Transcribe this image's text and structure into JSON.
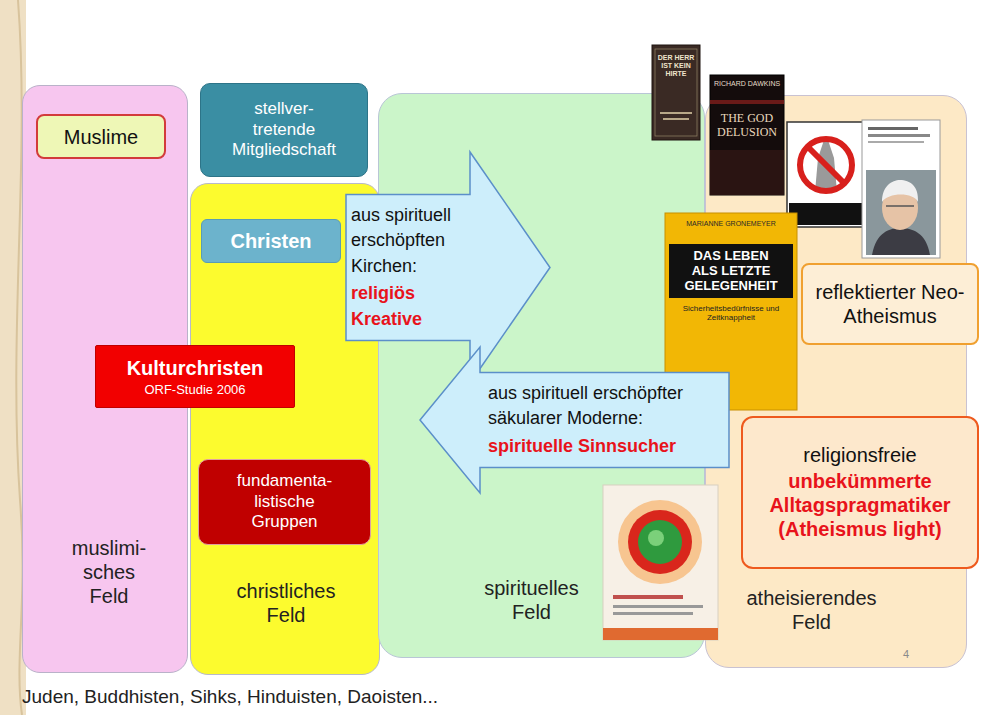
{
  "diagram": {
    "nodes": [
      {
        "text": [
          "muslimi- sches Feld"
        ]
      },
      {
        "text": [
          "Muslime"
        ],
        "in": 0
      },
      {
        "text": [
          "stellver- tretende Mitgliedschaft"
        ]
      },
      {
        "text": [
          "christliches Feld"
        ]
      },
      {
        "text": [
          "Christen"
        ],
        "in": 3
      },
      {
        "text": [
          "Kulturchristen",
          "ORF-Studie 2006"
        ]
      },
      {
        "text": [
          "fundamenta- listische Gruppen"
        ],
        "in": 3
      },
      {
        "text": [
          "spirituelles Feld"
        ]
      },
      {
        "text": [
          "aus spirituell erschöpften Kirchen:",
          "religiös Kreative"
        ]
      },
      {
        "text": [
          "aus spirituell erschöpfter säkularer Moderne:",
          "spirituelle Sinnsucher"
        ]
      },
      {
        "text": [
          "atheisierendes Feld"
        ]
      },
      {
        "text": [
          "reflektierter Neo-Atheismus"
        ],
        "in": 10
      },
      {
        "text": [
          "religionsfreie",
          "unbekümmerte Alltagspragmatiker (Atheismus light)"
        ],
        "in": 10
      }
    ],
    "labels": [
      "Juden, Buddhisten, Sihks, Hinduisten, Daoisten...",
      "DER HERR IST KEIN HIRTE",
      "RICHARD DAWKINS",
      "THE GOD DELUSION",
      "MARIANNE GRONEMEYER",
      "DAS LEBEN ALS LETZTE GELEGENHEIT",
      "Sicherheitsbedürfnisse und Zeitknappheit",
      "4"
    ]
  }
}
